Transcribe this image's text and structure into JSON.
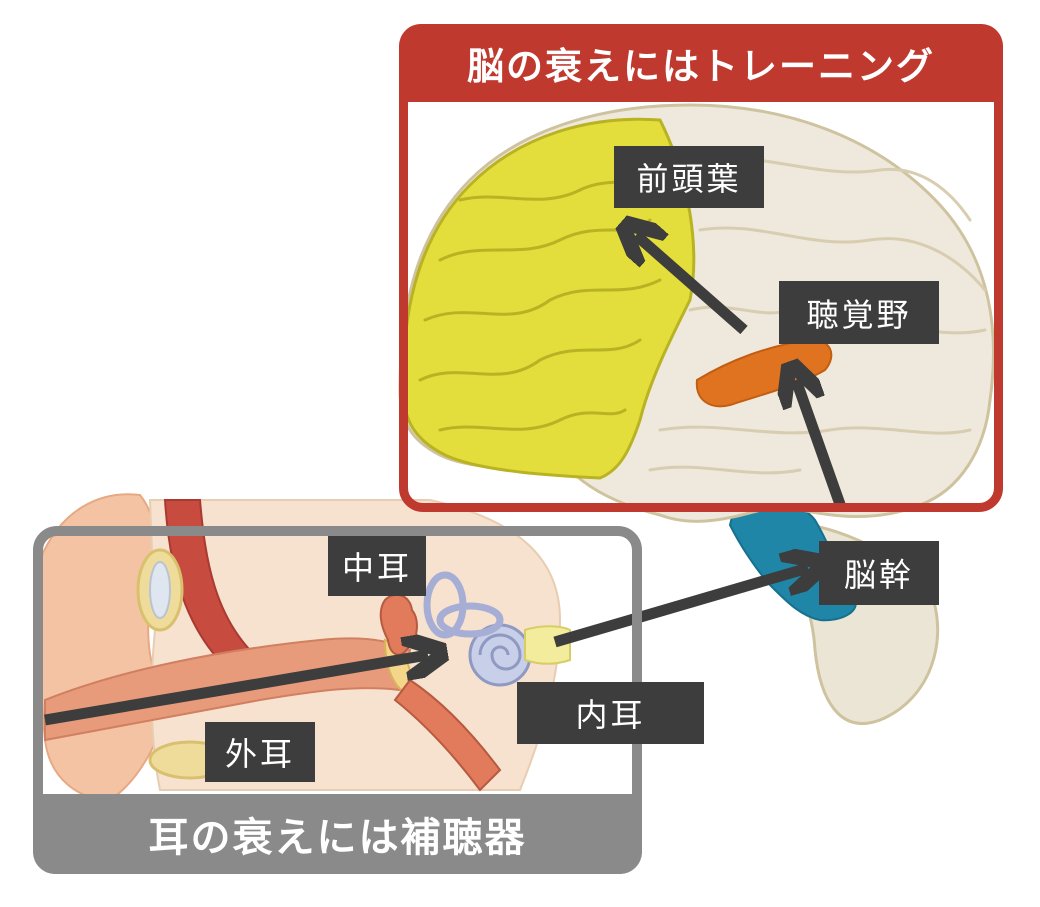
{
  "brain_panel": {
    "title": "脳の衰えにはトレーニング",
    "frame_color": "#c0392f"
  },
  "ear_panel": {
    "title": "耳の衰えには補聴器",
    "frame_color": "#8a8a8a"
  },
  "labels": {
    "frontal_lobe": "前頭葉",
    "auditory_cortex": "聴覚野",
    "brainstem": "脳幹",
    "middle_ear": "中耳",
    "inner_ear": "内耳",
    "outer_ear": "外耳"
  },
  "colors": {
    "frontal_lobe": "#e3de3c",
    "auditory_cortex": "#e0731f",
    "brainstem": "#1f86a8",
    "brain_tissue": "#efe9dd",
    "label_bg": "#3d3d3d",
    "arrow": "#3d3d3d"
  }
}
